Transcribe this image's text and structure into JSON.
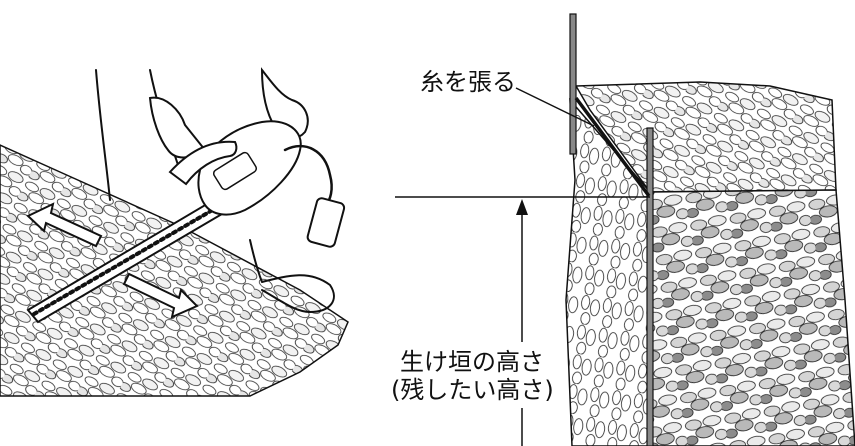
{
  "labels": {
    "string": "糸を張る",
    "height_line1": "生け垣の高さ",
    "height_line2": "(残したい高さ)"
  }
}
